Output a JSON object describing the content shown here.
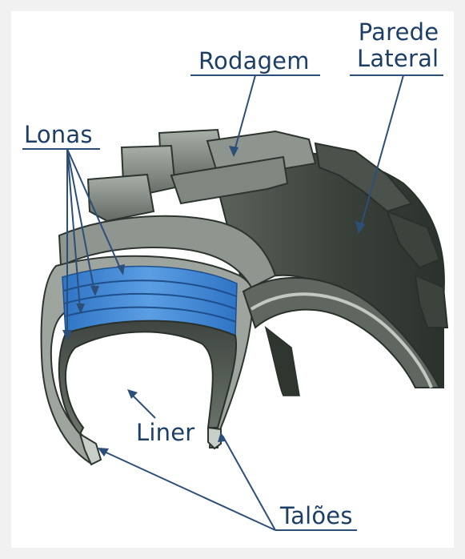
{
  "labels": {
    "rodagem": "Rodagem",
    "parede_lateral_line1": "Parede",
    "parede_lateral_line2": "Lateral",
    "lonas": "Lonas",
    "liner": "Liner",
    "taloes": "Talões"
  },
  "colors": {
    "label_text": "#1d3f66",
    "leader_line": "#2c4f7a",
    "ply_blue": "#4a90d9",
    "tire_dark": "#3f4640",
    "tire_mid": "#6e766f",
    "tire_light": "#a8afa8",
    "background": "#ffffff",
    "frame": "#f1f1f1"
  }
}
